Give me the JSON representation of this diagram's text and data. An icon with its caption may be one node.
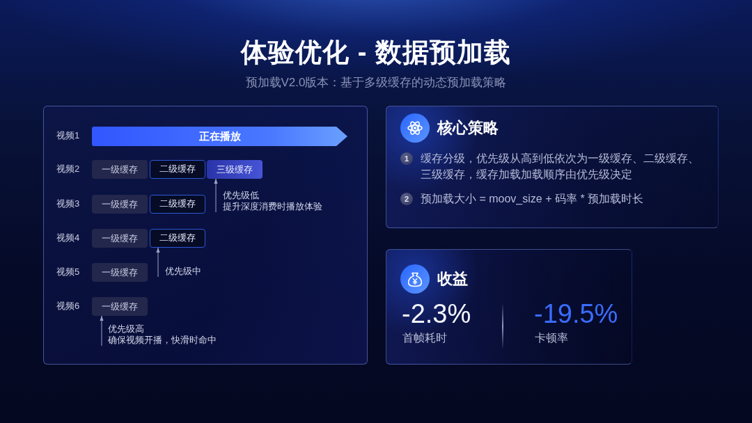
{
  "diagram": {
    "title": "体验优化 - 数据预加载",
    "nodes": [
      {
        "text": [],
        "shape": "box"
      },
      {
        "text": [
          "正在播放"
        ],
        "in": 0
      },
      {
        "text": [
          "一级缓存"
        ],
        "in": 0
      },
      {
        "text": [
          "二级缓存"
        ],
        "in": 0
      },
      {
        "text": [
          "三级缓存"
        ],
        "in": 0
      },
      {
        "text": [
          "优先级低",
          "提升深度消费时播放体验"
        ],
        "in": 0
      },
      {
        "text": [
          "一级缓存"
        ],
        "in": 0
      },
      {
        "text": [
          "二级缓存"
        ],
        "in": 0
      },
      {
        "text": [
          "一级缓存"
        ],
        "in": 0
      },
      {
        "text": [
          "二级缓存"
        ],
        "in": 0
      },
      {
        "text": [
          "一级缓存"
        ],
        "in": 0
      },
      {
        "text": [
          "优先级中"
        ],
        "in": 0
      },
      {
        "text": [
          "一级缓存"
        ],
        "in": 0
      },
      {
        "text": [
          "优先级高",
          "确保视频开播，快滑时命中"
        ],
        "in": 0
      },
      {
        "text": [
          "核心策略"
        ]
      },
      {
        "text": [
          "1"
        ],
        "in": 14,
        "beside": [
          "缓存分级，优先级从高到低依次为一级缓存、二级缓存、三级缓存，缓存加载加载顺序由优先级决定"
        ]
      },
      {
        "text": [
          "2"
        ],
        "in": 14,
        "beside": [
          "预加载大小 = moov_size + 码率 * 预加载时长"
        ]
      },
      {
        "text": [
          "收益",
          "-2.3%",
          "首帧耗时",
          "-19.5%",
          "卡顿率"
        ]
      }
    ],
    "edges": [
      {
        "from": 5,
        "to": 4,
        "arrow": "to"
      },
      {
        "from": 11,
        "to": 9,
        "arrow": "to"
      },
      {
        "from": 13,
        "to": 12,
        "arrow": "to"
      }
    ],
    "labels": [
      "预加载V2.0版本：基于多级缓存的动态预加载策略",
      "视频1",
      "视频2",
      "视频3",
      "视频4",
      "视频5",
      "视频6"
    ]
  }
}
